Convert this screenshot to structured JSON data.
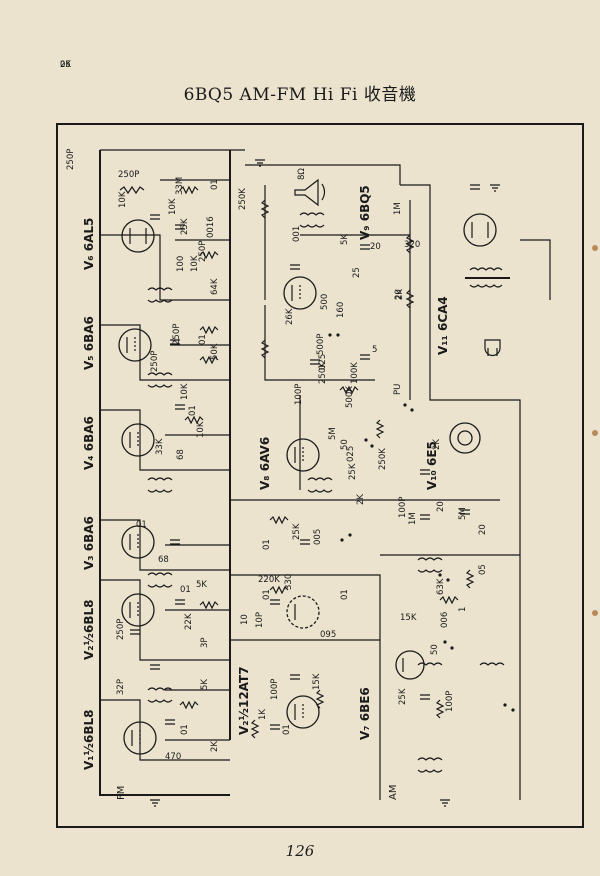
{
  "title": "6BQ5 AM-FM Hi Fi 收音機",
  "page_number": "126",
  "tubes": [
    {
      "label": "V₆ 6AL5"
    },
    {
      "label": "V₅ 6BA6"
    },
    {
      "label": "V₄ 6BA6"
    },
    {
      "label": "V₃ 6BA6"
    },
    {
      "label": "V₂½6BL8"
    },
    {
      "label": "V₁½6BL8"
    },
    {
      "label": "V₉ 6BQ5"
    },
    {
      "label": "V₈ 6AV6"
    },
    {
      "label": "V₁₁ 6CA4"
    },
    {
      "label": "V₁₀ 6E5"
    },
    {
      "label": "V₂½12AT7"
    },
    {
      "label": "V₇ 6BE6"
    }
  ],
  "components": [
    "250P",
    "250P",
    "10K",
    "33M",
    "01",
    "25K",
    "10K",
    "250P",
    "250P",
    "0016",
    "100",
    "10K",
    "64K",
    "250P",
    "01",
    "50K",
    "10K",
    "01",
    "10K",
    "33K",
    "68",
    "01",
    "68",
    "5K",
    "01",
    "22K",
    "3P",
    "250P",
    "32P",
    "5K",
    "01",
    "470",
    "2K",
    "25K",
    "005",
    "01",
    "220K",
    "330",
    "01",
    "01",
    "10",
    "10P",
    "095",
    "100P",
    "1K",
    "01",
    "15K",
    "250K",
    "8Ω",
    "001",
    "5K",
    "20",
    "25",
    "26K",
    "500",
    "160",
    "2K",
    "5",
    "500P",
    "025",
    "100K",
    "250K",
    "500K",
    "100P",
    "5M",
    "50",
    "025",
    "250K",
    "PU",
    "25K",
    "2K",
    "100P",
    "20",
    "5M",
    "05",
    "63K",
    "15K",
    "1",
    "006",
    "50",
    "25K",
    "100P",
    "1M",
    "320",
    "20",
    "2K",
    "1M",
    "20",
    "2K",
    "05"
  ],
  "band_labels": {
    "fm": "FM",
    "am": "AM"
  }
}
